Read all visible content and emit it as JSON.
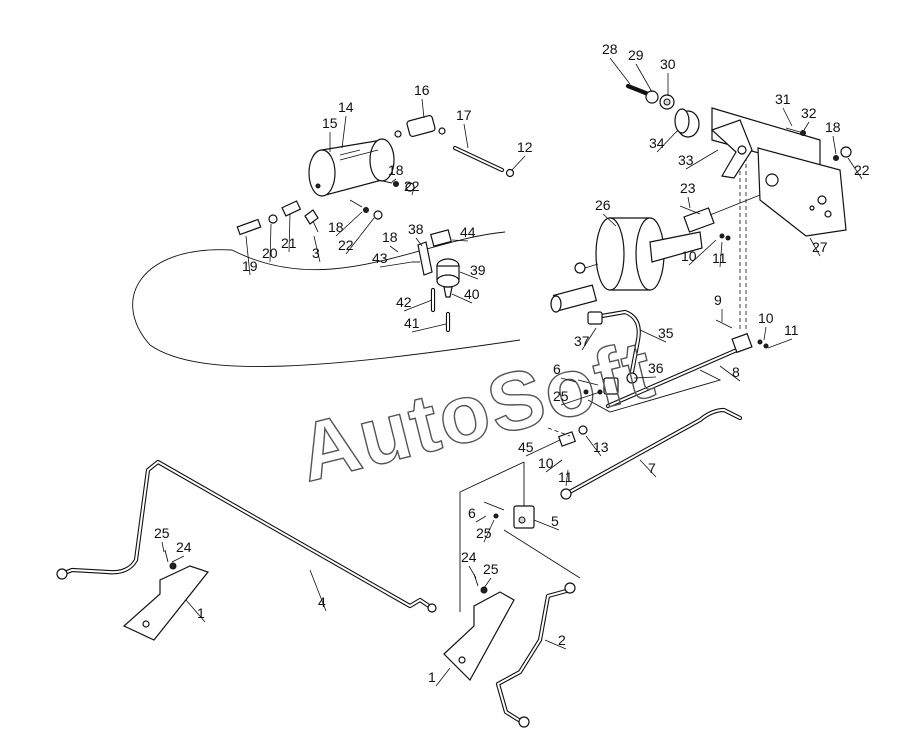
{
  "watermark": "AutoSoft",
  "callouts": [
    "1",
    "1",
    "2",
    "3",
    "4",
    "5",
    "6",
    "6",
    "7",
    "8",
    "9",
    "10",
    "10",
    "10",
    "11",
    "11",
    "11",
    "12",
    "13",
    "14",
    "15",
    "16",
    "17",
    "18",
    "18",
    "18",
    "18",
    "19",
    "20",
    "21",
    "22",
    "22",
    "22",
    "23",
    "24",
    "24",
    "25",
    "25",
    "25",
    "25",
    "26",
    "27",
    "28",
    "29",
    "30",
    "31",
    "32",
    "33",
    "34",
    "35",
    "36",
    "37",
    "38",
    "39",
    "40",
    "41",
    "42",
    "43",
    "44",
    "45"
  ]
}
